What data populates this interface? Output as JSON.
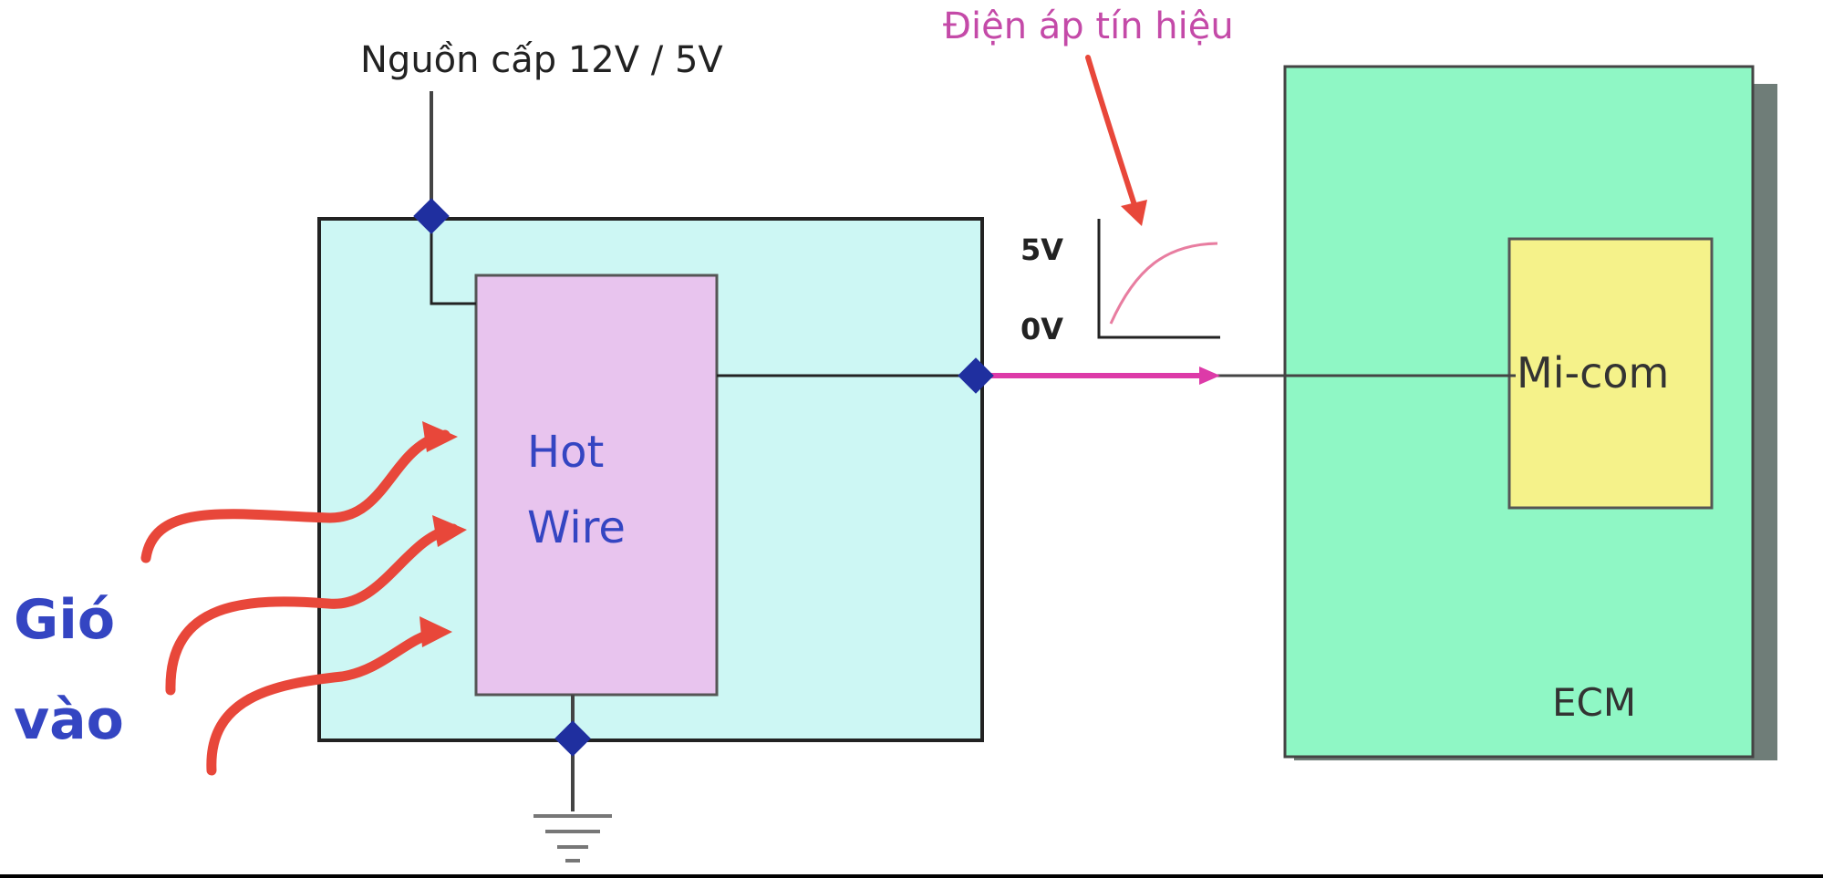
{
  "labels": {
    "supply": "Nguồn cấp 12V / 5V",
    "signal_voltage": "Điện áp tín hiệu",
    "hot_wire_line1": "Hot",
    "hot_wire_line2": "Wire",
    "mi_com": "Mi-com",
    "ecm": "ECM",
    "v_high": "5V",
    "v_low": "0V",
    "air_in_line1": "Gió",
    "air_in_line2": "vào"
  },
  "colors": {
    "sensor_box": "#cdf7f4",
    "hot_wire": "#e8c4ee",
    "ecm": "#8ff7c5",
    "micom": "#f5f28a",
    "node": "#1f2f9f",
    "signal": "#dd3aa8",
    "arrow_red": "#e8473a",
    "blue_text": "#3445c2",
    "magenta_text": "#c44aa8"
  }
}
